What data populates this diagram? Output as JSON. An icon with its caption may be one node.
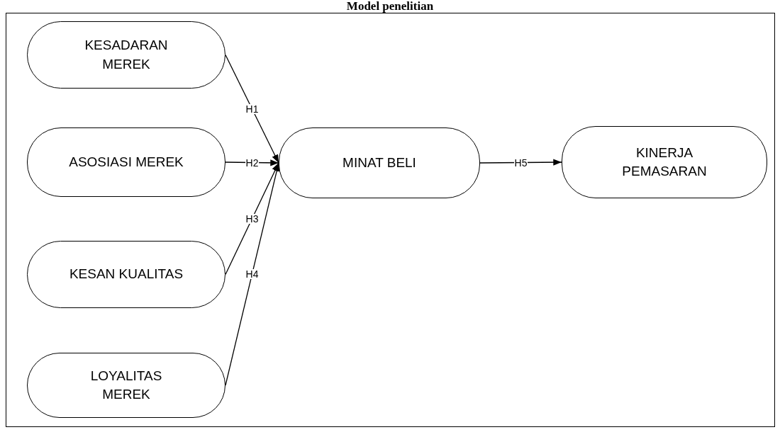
{
  "diagram": {
    "title": "Model penelitian",
    "nodes": [
      {
        "text": [
          "KESADARAN MEREK"
        ]
      },
      {
        "text": [
          "ASOSIASI MEREK"
        ]
      },
      {
        "text": [
          "KESAN KUALITAS"
        ]
      },
      {
        "text": [
          "LOYALITAS MEREK"
        ]
      },
      {
        "text": [
          "MINAT BELI"
        ]
      },
      {
        "text": [
          "KINERJA PEMASARAN"
        ]
      }
    ],
    "edges": [
      {
        "from": 0,
        "to": 4,
        "arrow": "to",
        "label": "H1"
      },
      {
        "from": 1,
        "to": 4,
        "arrow": "to",
        "label": "H2"
      },
      {
        "from": 2,
        "to": 4,
        "arrow": "to",
        "label": "H3"
      },
      {
        "from": 3,
        "to": 4,
        "arrow": "to",
        "label": "H4"
      },
      {
        "from": 4,
        "to": 5,
        "arrow": "to",
        "label": "H5"
      }
    ]
  }
}
